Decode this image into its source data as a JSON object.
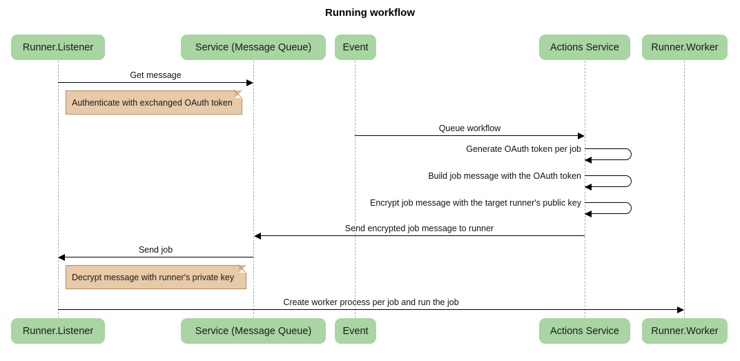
{
  "title": "Running workflow",
  "colors": {
    "participant_fill": "#a8d5a2",
    "note_fill": "#e8c9a8",
    "note_border": "#b08b63",
    "lifeline": "#aaaaaa",
    "arrow": "#000000",
    "background": "#ffffff"
  },
  "participants": [
    {
      "id": "runner-listener",
      "label": "Runner.Listener"
    },
    {
      "id": "service-mq",
      "label": "Service (Message Queue)"
    },
    {
      "id": "event",
      "label": "Event"
    },
    {
      "id": "actions-service",
      "label": "Actions Service"
    },
    {
      "id": "runner-worker",
      "label": "Runner.Worker"
    }
  ],
  "messages": [
    {
      "id": "get-message",
      "label": "Get message",
      "direction": "right"
    },
    {
      "id": "queue-workflow",
      "label": "Queue workflow",
      "direction": "right"
    },
    {
      "id": "generate-token",
      "label": "Generate OAuth token per job",
      "direction": "self"
    },
    {
      "id": "build-job-message",
      "label": "Build job message with the OAuth token",
      "direction": "self"
    },
    {
      "id": "encrypt-job",
      "label": "Encrypt job message with the target runner's public key",
      "direction": "self"
    },
    {
      "id": "send-encrypted",
      "label": "Send encrypted job message to runner",
      "direction": "left"
    },
    {
      "id": "send-job",
      "label": "Send job",
      "direction": "left"
    },
    {
      "id": "create-worker",
      "label": "Create worker process per job and run the job",
      "direction": "right"
    }
  ],
  "notes": [
    {
      "id": "note-authenticate",
      "label": "Authenticate with exchanged OAuth token"
    },
    {
      "id": "note-decrypt",
      "label": "Decrypt message with runner's private key"
    }
  ]
}
